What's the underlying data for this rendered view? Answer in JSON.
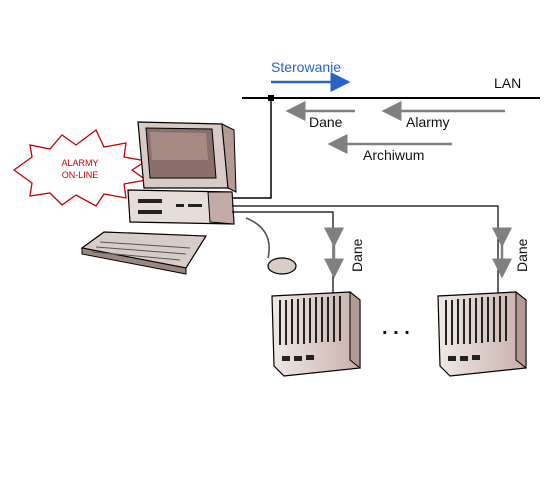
{
  "labels": {
    "sterowanie": "Sterowanie",
    "lan": "LAN",
    "dane": "Dane",
    "alarmy": "Alarmy",
    "archiwum": "Archiwum",
    "alarm_badge_line1": "ALARMY",
    "alarm_badge_line2": "ON-LINE",
    "dane_vertical_left": "Dane",
    "dane_vertical_right": "Dane",
    "ellipsis": ". . ."
  },
  "colors": {
    "line": "#000000",
    "arrow_gray": "#808080",
    "arrow_blue": "#2a62c9",
    "alarm_red": "#cc0000",
    "pc_body": "#e6dcd8",
    "pc_shade": "#b39a92",
    "screen": "#8a6f6a"
  },
  "icons": [
    "pc-workstation-icon",
    "controller-device-icon",
    "starburst-icon"
  ]
}
